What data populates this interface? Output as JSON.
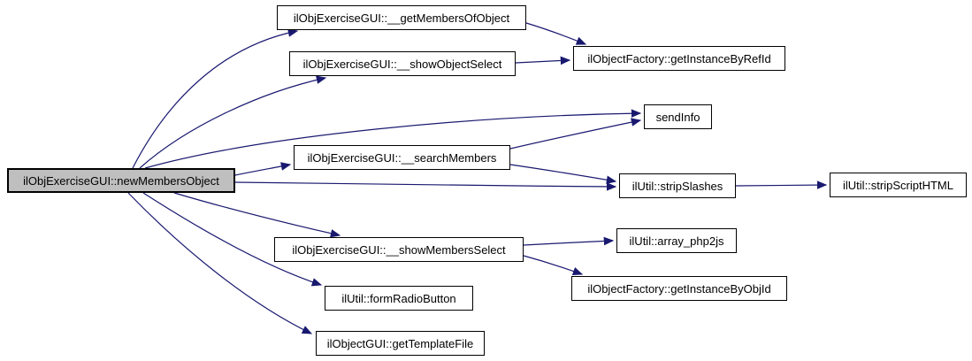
{
  "diagram": {
    "type": "call-graph",
    "description": "Doxygen call graph showing functions called by ilObjExerciseGUI::newMembersObject",
    "colors": {
      "background": "#ffffff",
      "edge": "#191970",
      "node_border": "#000000",
      "node_fill": "#ffffff",
      "root_node_fill": "#bfbfbf"
    },
    "nodes": [
      {
        "id": "newMembersObject",
        "label": "ilObjExerciseGUI::newMembersObject",
        "highlighted": true
      },
      {
        "id": "getMembersOfObject",
        "label": "ilObjExerciseGUI::__getMembersOfObject",
        "highlighted": false
      },
      {
        "id": "showObjectSelect",
        "label": "ilObjExerciseGUI::__showObjectSelect",
        "highlighted": false
      },
      {
        "id": "getInstanceByRefId",
        "label": "ilObjectFactory::getInstanceByRefId",
        "highlighted": false
      },
      {
        "id": "sendInfo",
        "label": "sendInfo",
        "highlighted": false
      },
      {
        "id": "searchMembers",
        "label": "ilObjExerciseGUI::__searchMembers",
        "highlighted": false
      },
      {
        "id": "stripSlashes",
        "label": "ilUtil::stripSlashes",
        "highlighted": false
      },
      {
        "id": "stripScriptHTML",
        "label": "ilUtil::stripScriptHTML",
        "highlighted": false
      },
      {
        "id": "showMembersSelect",
        "label": "ilObjExerciseGUI::__showMembersSelect",
        "highlighted": false
      },
      {
        "id": "arrayPhp2js",
        "label": "ilUtil::array_php2js",
        "highlighted": false
      },
      {
        "id": "getInstanceByObjId",
        "label": "ilObjectFactory::getInstanceByObjId",
        "highlighted": false
      },
      {
        "id": "formRadioButton",
        "label": "ilUtil::formRadioButton",
        "highlighted": false
      },
      {
        "id": "getTemplateFile",
        "label": "ilObjectGUI::getTemplateFile",
        "highlighted": false
      }
    ],
    "edges": [
      {
        "from": "newMembersObject",
        "to": "getMembersOfObject"
      },
      {
        "from": "newMembersObject",
        "to": "showObjectSelect"
      },
      {
        "from": "newMembersObject",
        "to": "sendInfo"
      },
      {
        "from": "newMembersObject",
        "to": "searchMembers"
      },
      {
        "from": "newMembersObject",
        "to": "stripSlashes"
      },
      {
        "from": "newMembersObject",
        "to": "showMembersSelect"
      },
      {
        "from": "newMembersObject",
        "to": "formRadioButton"
      },
      {
        "from": "newMembersObject",
        "to": "getTemplateFile"
      },
      {
        "from": "getMembersOfObject",
        "to": "getInstanceByRefId"
      },
      {
        "from": "showObjectSelect",
        "to": "getInstanceByRefId"
      },
      {
        "from": "searchMembers",
        "to": "sendInfo"
      },
      {
        "from": "searchMembers",
        "to": "stripSlashes"
      },
      {
        "from": "stripSlashes",
        "to": "stripScriptHTML"
      },
      {
        "from": "showMembersSelect",
        "to": "arrayPhp2js"
      },
      {
        "from": "showMembersSelect",
        "to": "getInstanceByObjId"
      }
    ]
  }
}
